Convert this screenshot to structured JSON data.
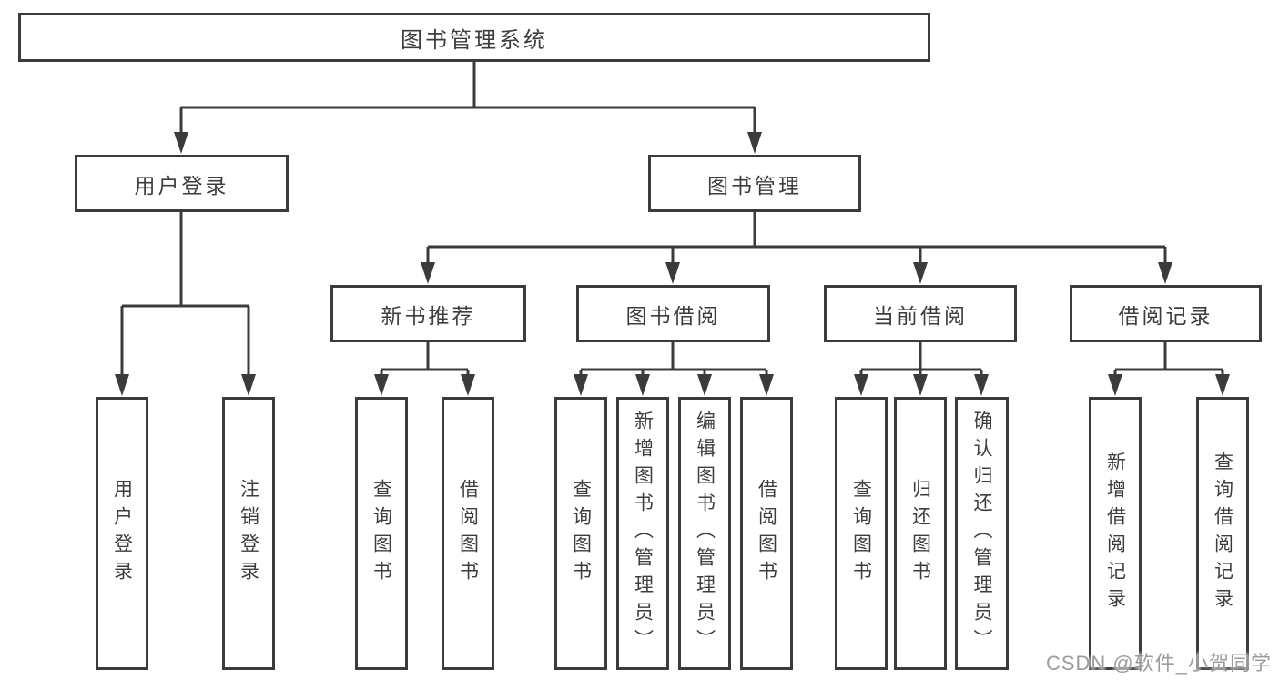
{
  "colors": {
    "line": "#3b3b3b",
    "text": "#3d3d3d",
    "watermark": "#949494",
    "background": "#ffffff"
  },
  "tree": {
    "root": {
      "label": "图书管理系统"
    },
    "branches": [
      {
        "label": "用户登录",
        "leaves": [
          {
            "label": "用户登录"
          },
          {
            "label": "注销登录"
          }
        ]
      },
      {
        "label": "图书管理",
        "groups": [
          {
            "label": "新书推荐",
            "leaves": [
              {
                "label": "查询图书"
              },
              {
                "label": "借阅图书"
              }
            ]
          },
          {
            "label": "图书借阅",
            "leaves": [
              {
                "label": "查询图书"
              },
              {
                "label": "新增图书（管理员）"
              },
              {
                "label": "编辑图书（管理员）"
              },
              {
                "label": "借阅图书"
              }
            ]
          },
          {
            "label": "当前借阅",
            "leaves": [
              {
                "label": "查询图书"
              },
              {
                "label": "归还图书"
              },
              {
                "label": "确认归还（管理员）"
              }
            ]
          },
          {
            "label": "借阅记录",
            "leaves": [
              {
                "label": "新增借阅记录"
              },
              {
                "label": "查询借阅记录"
              }
            ]
          }
        ]
      }
    ]
  },
  "watermark": "CSDN @软件_小贺同学"
}
